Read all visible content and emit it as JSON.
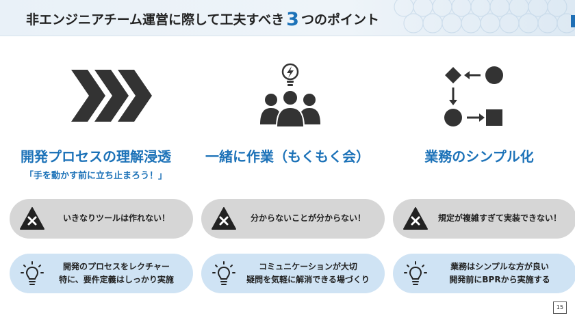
{
  "header": {
    "title_before": "非エンジニアチーム運営に際して工夫すべき",
    "title_number": "3",
    "title_after": "つのポイント"
  },
  "columns": [
    {
      "heading": "開発プロセスの理解浸透",
      "subheading": "「手を動かす前に立ち止まろう！」",
      "problem": "いきなりツールは作れない！",
      "solution_line1": "開発のプロセスをレクチャー",
      "solution_line2": "特に、要件定義はしっかり実施"
    },
    {
      "heading": "一緒に作業（もくもく会）",
      "subheading": "",
      "problem": "分からないことが分からない！",
      "solution_line1": "コミュニケーションが大切",
      "solution_line2": "疑問を気軽に解消できる場づくり"
    },
    {
      "heading": "業務のシンプル化",
      "subheading": "",
      "problem": "規定が複雑すぎて実装できない！",
      "solution_line1": "業務はシンプルな方が良い",
      "solution_line2": "開発前にBPRから実施する"
    }
  ],
  "colors": {
    "accent": "#1c72b8",
    "problem_bg": "#d6d6d6",
    "solution_bg": "#cfe3f4",
    "icon_dark": "#333333"
  },
  "icons": {
    "column1": "chevrons-right-icon",
    "column2": "team-idea-icon",
    "column3": "process-flow-icon",
    "problem": "warning-x-icon",
    "solution": "lightbulb-icon"
  },
  "footer": {
    "page_number": "15"
  }
}
